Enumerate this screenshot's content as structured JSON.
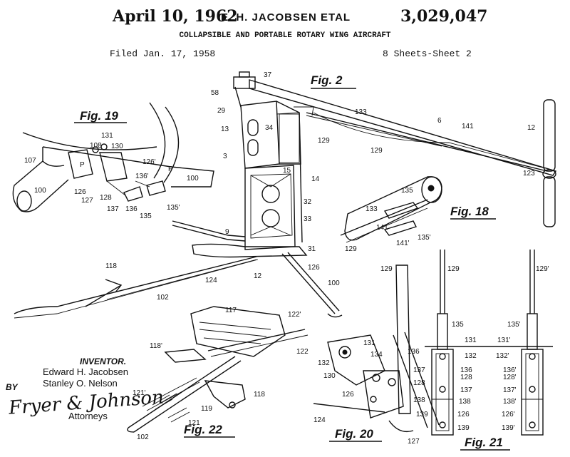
{
  "header": {
    "date": "April 10, 1962",
    "inventors": "E. H. JACOBSEN ETAL",
    "patent_number": "3,029,047",
    "title": "COLLAPSIBLE AND PORTABLE ROTARY WING AIRCRAFT",
    "filed": "Filed Jan. 17, 1958",
    "sheets": "8 Sheets-Sheet 2"
  },
  "figures": {
    "fig2": "Fig. 2",
    "fig18": "Fig. 18",
    "fig19": "Fig. 19",
    "fig20": "Fig. 20",
    "fig21": "Fig. 21",
    "fig22": "Fig. 22"
  },
  "refs": {
    "r37": "37",
    "r58": "58",
    "r29": "29",
    "r13": "13",
    "r34": "34",
    "r3": "3",
    "r15": "15",
    "r14": "14",
    "r129a": "129",
    "r32": "32",
    "r33": "33",
    "r9": "9",
    "r31": "31",
    "r126a": "126",
    "r12b": "12",
    "r100a": "100",
    "r118a": "118",
    "r124a": "124",
    "r102a": "102",
    "r133a": "133",
    "r6": "6",
    "r141a": "141",
    "r12": "12",
    "r129b": "129",
    "r123": "123",
    "r135a": "135",
    "r133b": "133",
    "r141b": "141",
    "r129c": "129",
    "r141c": "141'",
    "r135b": "135'",
    "r131a": "131",
    "r108": "108",
    "r130a": "130",
    "r107": "107",
    "rPa": "P",
    "rPb": "P",
    "r126b": "126'",
    "r100b": "100",
    "r100c": "100",
    "r126c": "126",
    "r127a": "127",
    "r128a": "128",
    "r137a": "137",
    "r136a": "136",
    "r135c": "135",
    "r135d": "135'",
    "r136b": "136'",
    "r117": "117",
    "r122a": "122'",
    "r122b": "122",
    "r118b": "118'",
    "r118c": "118",
    "r121a": "121'",
    "r121b": "121",
    "r119": "119",
    "r102b": "102",
    "r129d": "129",
    "r131b": "131",
    "r132a": "132",
    "r130b": "130",
    "r134": "134",
    "r136c": "136",
    "r137b": "137",
    "r128b": "128",
    "r126d": "126",
    "r138a": "138",
    "r139a": "139",
    "r124b": "124",
    "r127b": "127",
    "r129e": "129",
    "r135e": "135",
    "r131c": "131",
    "r132b": "132",
    "r136d": "136",
    "r128c": "128",
    "r137c": "137",
    "r138b": "138",
    "r126e": "126",
    "r139b": "139",
    "r129f": "129'",
    "r135f": "135'",
    "r131d": "131'",
    "r132c": "132'",
    "r136e": "136'",
    "r128d": "128'",
    "r137d": "137'",
    "r138c": "138'",
    "r126f": "126'",
    "r139c": "139'"
  },
  "inventor_block": {
    "label": "INVENTOR.",
    "name1": "Edward H. Jacobsen",
    "name2": "Stanley O. Nelson",
    "by": "BY",
    "signature": "Fryer & Johnson",
    "attorneys": "Attorneys"
  }
}
